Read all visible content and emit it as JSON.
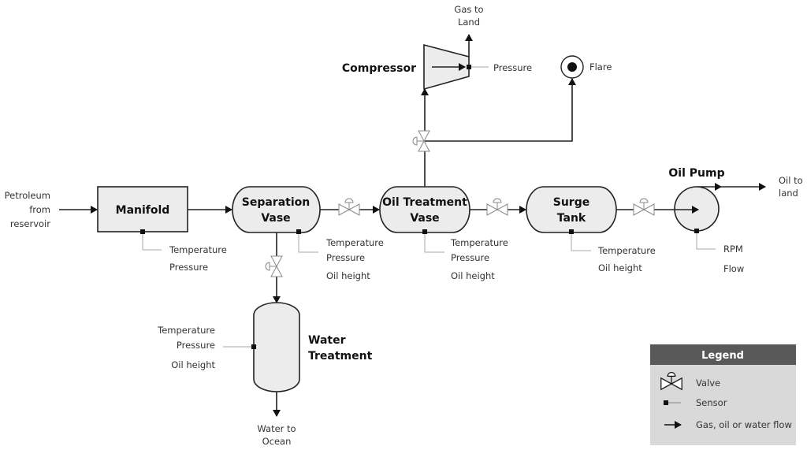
{
  "diagram": {
    "source_label": [
      "Petroleum",
      "from",
      "reservoir"
    ],
    "manifold": {
      "title": "Manifold",
      "sensors": [
        "Temperature",
        "Pressure"
      ]
    },
    "separation_vase": {
      "title": [
        "Separation",
        "Vase"
      ],
      "sensors": [
        "Temperature",
        "Pressure",
        "Oil height"
      ]
    },
    "oil_treatment_vase": {
      "title": [
        "Oil Treatment",
        "Vase"
      ],
      "sensors": [
        "Temperature",
        "Pressure",
        "Oil height"
      ]
    },
    "surge_tank": {
      "title": [
        "Surge",
        "Tank"
      ],
      "sensors": [
        "Temperature",
        "Oil height"
      ]
    },
    "oil_pump": {
      "title": "Oil Pump",
      "sensors": [
        "RPM",
        "Flow"
      ],
      "outlet_label": [
        "Oil to",
        "land"
      ]
    },
    "compressor": {
      "title": "Compressor",
      "sensors": [
        "Pressure"
      ],
      "outlet_label": [
        "Gas to",
        "Land"
      ]
    },
    "flare": {
      "title": "Flare"
    },
    "water_treatment": {
      "title": [
        "Water",
        "Treatment"
      ],
      "sensors": [
        "Temperature",
        "Pressure",
        "Oil height"
      ],
      "outlet_label": [
        "Water to",
        "Ocean"
      ]
    }
  },
  "legend": {
    "title": "Legend",
    "items": [
      {
        "icon": "valve-icon",
        "label": "Valve"
      },
      {
        "icon": "sensor-icon",
        "label": "Sensor"
      },
      {
        "icon": "flow-arrow-icon",
        "label": "Gas, oil or water flow"
      }
    ],
    "header_color": "#595959",
    "body_color": "#d9d9d9"
  }
}
